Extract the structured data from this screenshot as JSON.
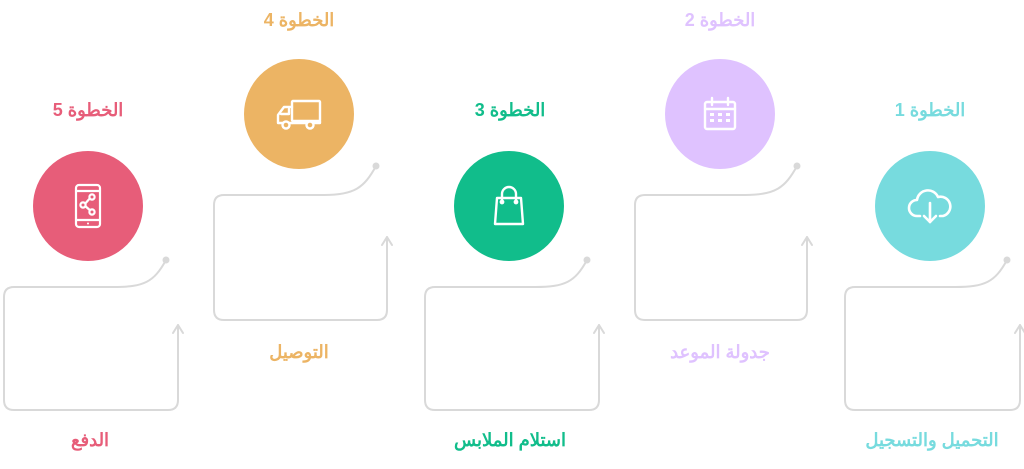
{
  "colors": {
    "line": "#d9d9d9",
    "step1": "#77dbde",
    "step2": "#dfc2ff",
    "step3": "#11bd8b",
    "step4": "#ecb464",
    "step5": "#e75d79"
  },
  "steps": [
    {
      "title": "الخطوة 1",
      "caption": "التحميل والتسجيل",
      "icon": "cloud-download-icon"
    },
    {
      "title": "الخطوة 2",
      "caption": "جدولة الموعد",
      "icon": "calendar-icon"
    },
    {
      "title": "الخطوة 3",
      "caption": "استلام الملابس",
      "icon": "shopping-bag-icon"
    },
    {
      "title": "الخطوة 4",
      "caption": "التوصيل",
      "icon": "truck-icon"
    },
    {
      "title": "الخطوة 5",
      "caption": "الدفع",
      "icon": "phone-share-icon"
    }
  ]
}
